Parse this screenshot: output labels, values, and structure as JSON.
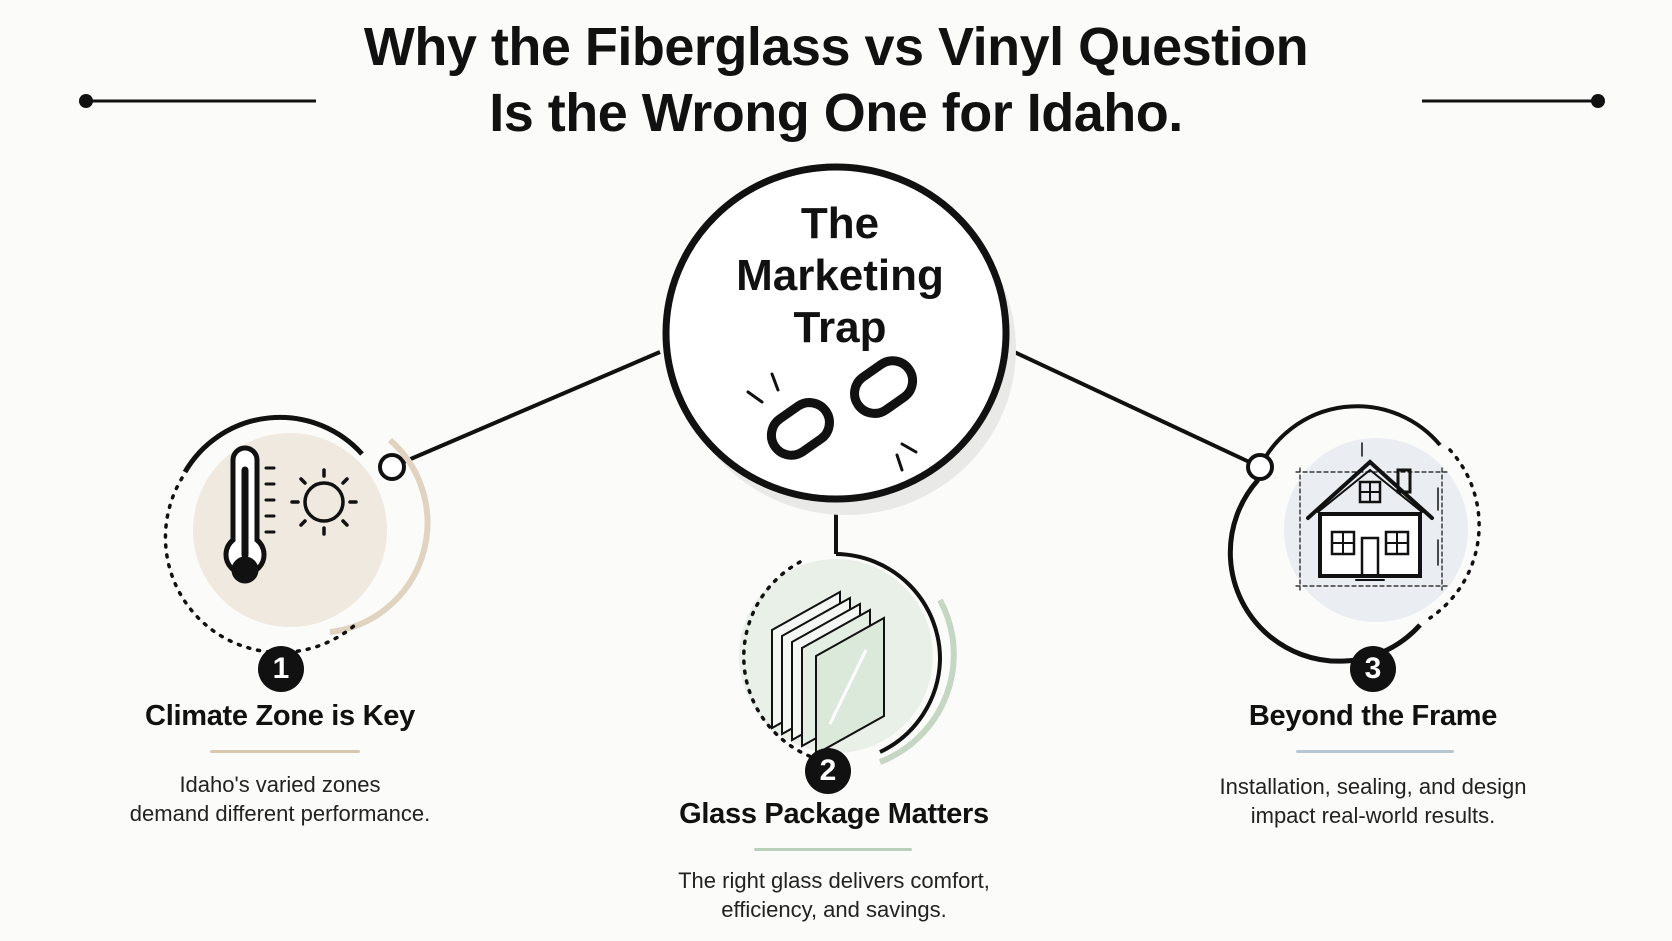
{
  "title": {
    "line1": "Why the Fiberglass vs Vinyl Question",
    "line2": "Is the Wrong One for Idaho."
  },
  "hub": {
    "line1": "The",
    "line2": "Marketing",
    "line3": "Trap",
    "icon": "broken-chain-icon"
  },
  "nodes": [
    {
      "number": "1",
      "label": "Climate Zone is Key",
      "desc_line1": "Idaho's varied zones",
      "desc_line2": "demand different performance.",
      "icon": "thermometer-sun-icon",
      "accent": "#d8c8ad"
    },
    {
      "number": "2",
      "label": "Glass Package Matters",
      "desc_line1": "The right glass delivers comfort,",
      "desc_line2": "efficiency, and savings.",
      "icon": "glass-panes-icon",
      "accent": "#b9cfb9"
    },
    {
      "number": "3",
      "label": "Beyond the Frame",
      "desc_line1": "Installation, sealing, and design",
      "desc_line2": "impact real-world results.",
      "icon": "house-blueprint-icon",
      "accent": "#b7c6d3"
    }
  ]
}
